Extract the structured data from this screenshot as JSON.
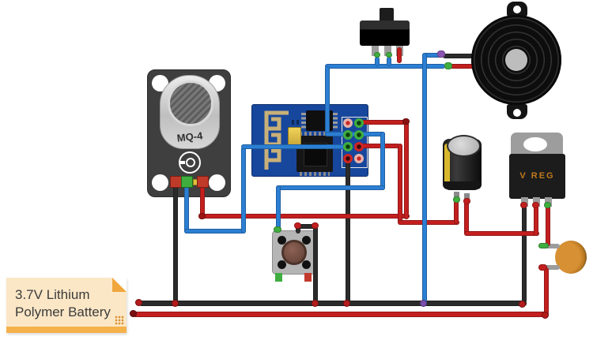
{
  "note": {
    "text": "3.7V Lithium Polymer Battery"
  },
  "labels": {
    "gas_sensor": "MQ-4",
    "voltage_regulator": "V REG"
  },
  "colors": {
    "wire_red": "#c31f1f",
    "wire_blue": "#2b7fd4",
    "wire_black": "#2b2b2b",
    "board_blue": "#17479c",
    "antenna_gold": "#c8b078",
    "connector_green": "#3fae3f",
    "connector_purple": "#8a55b0",
    "note_bg": "#fbe7c6",
    "note_accent": "#f5b14a"
  }
}
